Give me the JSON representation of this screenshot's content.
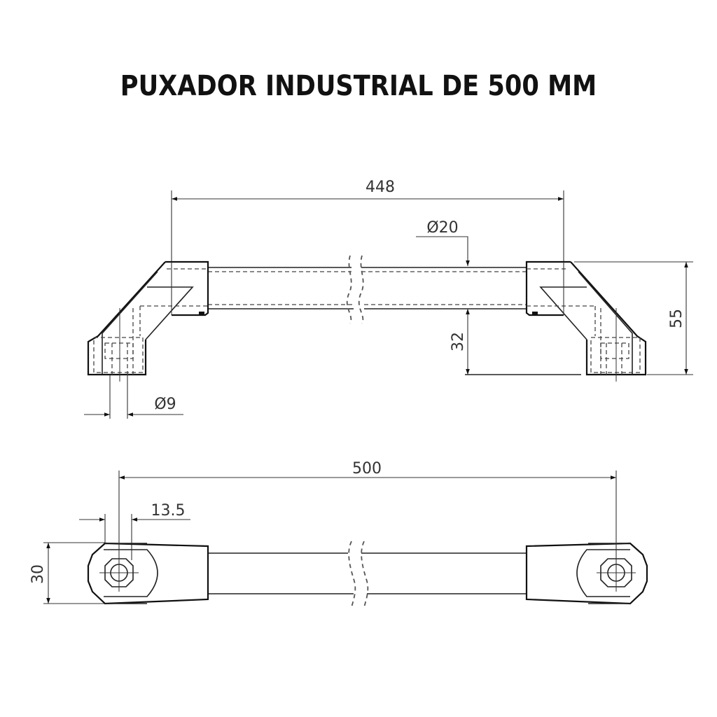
{
  "title": "PUXADOR INDUSTRIAL DE 500 MM",
  "side_view": {
    "dimensions": {
      "center_distance": "448",
      "bar_diameter": "Ø20",
      "clearance": "32",
      "total_height": "55",
      "hole_diameter": "Ø9"
    }
  },
  "top_view": {
    "dimensions": {
      "total_length": "500",
      "end_offset": "13.5",
      "width": "30"
    }
  },
  "colors": {
    "line": "#222222",
    "text": "#333333",
    "background": "#ffffff"
  }
}
